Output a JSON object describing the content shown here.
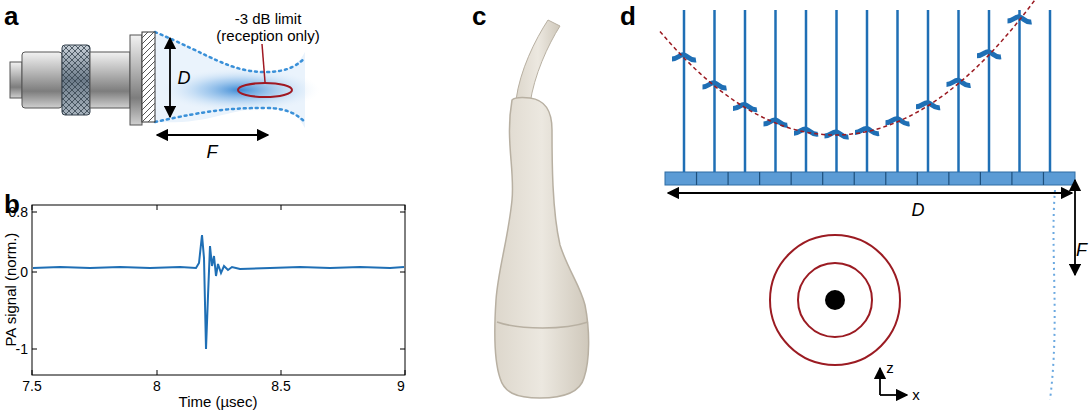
{
  "diagram": {
    "labels": [
      "a",
      "-3 dB limit (reception only)",
      "D",
      "F",
      "b",
      "0.8",
      "0",
      "-1",
      "PA signal (norm.)",
      "7.5",
      "8",
      "8.5",
      "9",
      "Time (µsec)",
      "c",
      "d",
      "D",
      "F",
      "z",
      "x"
    ]
  }
}
